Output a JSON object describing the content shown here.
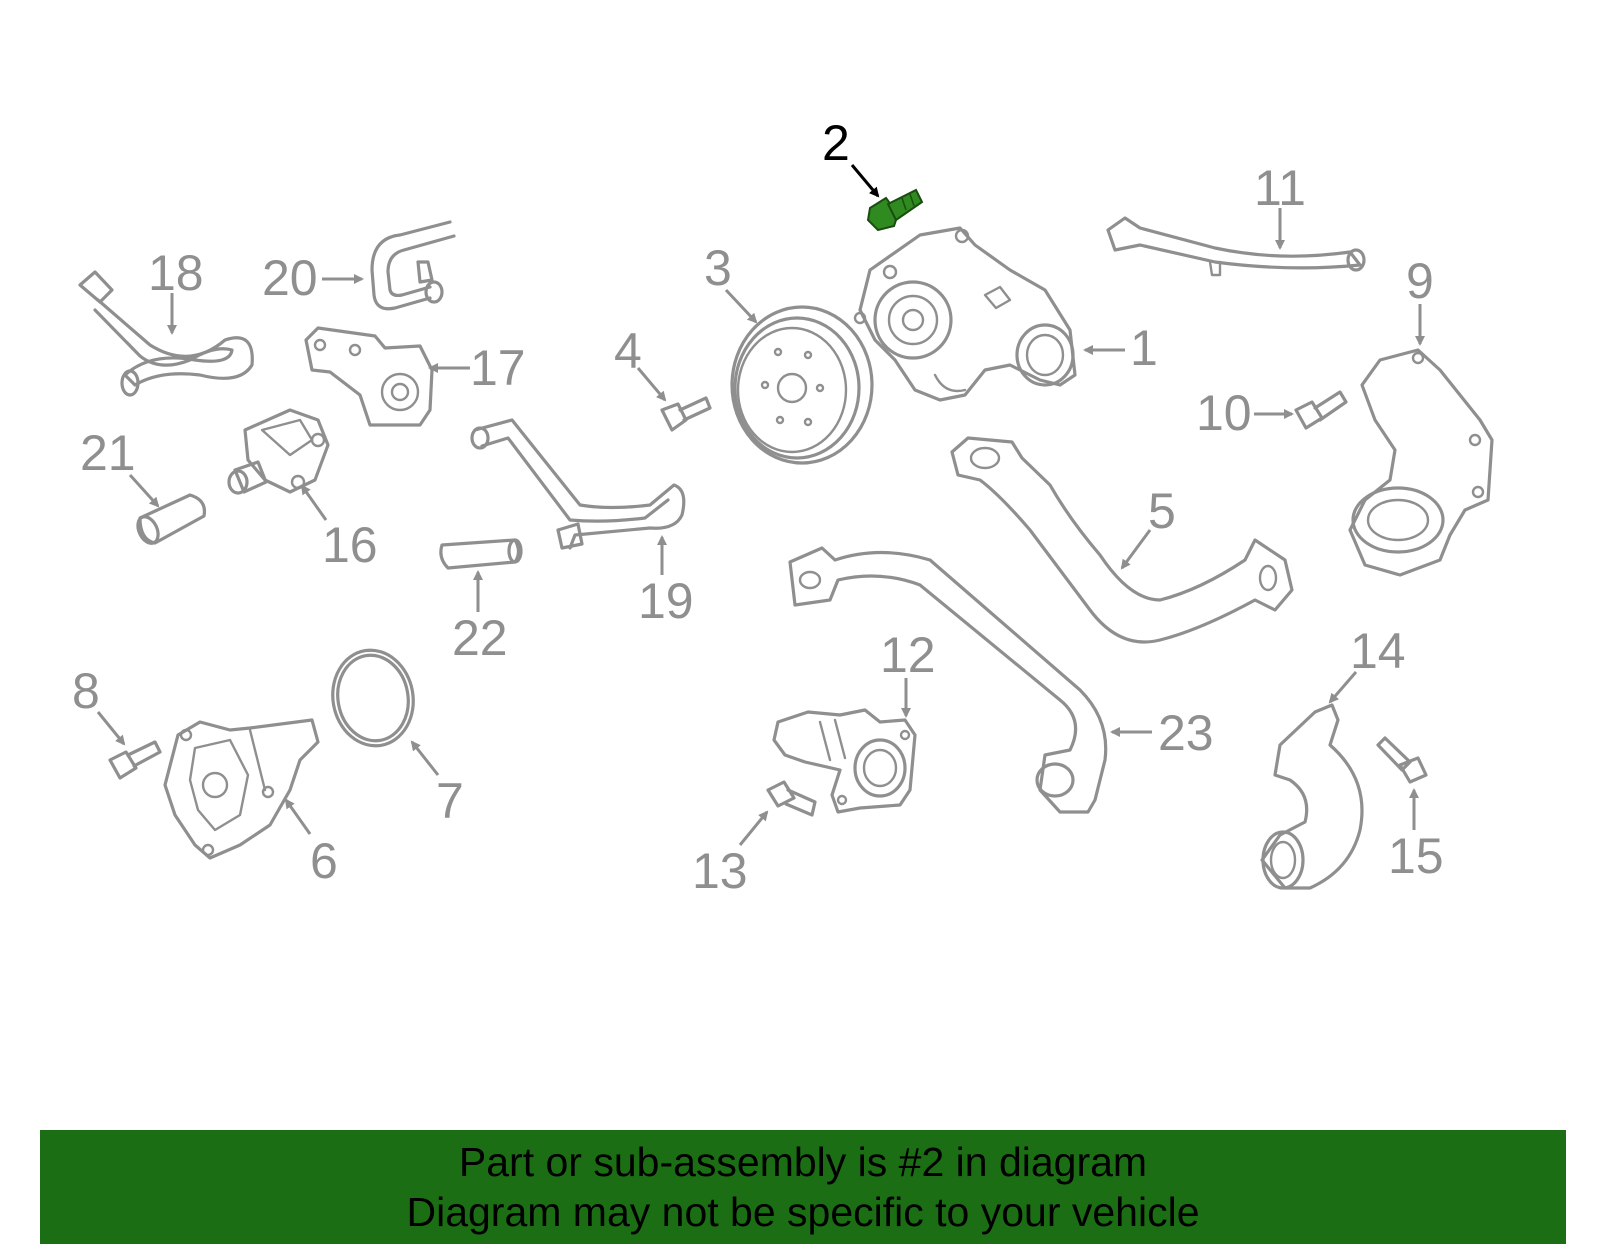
{
  "diagram": {
    "labels": {
      "p1": "1",
      "p2": "2",
      "p3": "3",
      "p4": "4",
      "p5": "5",
      "p6": "6",
      "p7": "7",
      "p8": "8",
      "p9": "9",
      "p10": "10",
      "p11": "11",
      "p12": "12",
      "p13": "13",
      "p14": "14",
      "p15": "15",
      "p16": "16",
      "p17": "17",
      "p18": "18",
      "p19": "19",
      "p20": "20",
      "p21": "21",
      "p22": "22",
      "p23": "23"
    },
    "highlighted_part": "2"
  },
  "colors": {
    "highlight": "#2f8a1f",
    "banner": "#1c6e14",
    "line_gray": "#8f8f8f",
    "text": "#000000"
  },
  "banner": {
    "line1": "Part or sub-assembly is #2 in diagram",
    "line2": "Diagram may not be specific to your vehicle"
  }
}
